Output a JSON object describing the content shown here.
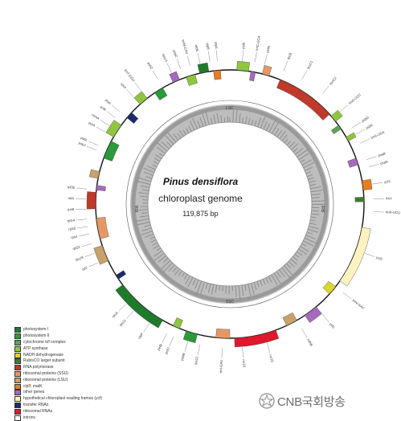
{
  "genome": {
    "species": "Pinus densiflora",
    "description": "chloroplast genome",
    "length": "119,875 bp",
    "regions": {
      "lsc": "LSC",
      "ssc": "SSC",
      "ir_a": "IRA",
      "ir_b": "IRB"
    }
  },
  "legend": [
    {
      "label": "photosystem I",
      "color": "#1f7a2b"
    },
    {
      "label": "photosystem II",
      "color": "#2a9a3a"
    },
    {
      "label": "cytochrome b/f complex",
      "color": "#5fa35a"
    },
    {
      "label": "ATP synthase",
      "color": "#8ec640"
    },
    {
      "label": "NADH dehydrogenase",
      "color": "#d8d62a"
    },
    {
      "label": "RubisCO larget subunit",
      "color": "#3d7d2a"
    },
    {
      "label": "RNA polymerase",
      "color": "#c0392b"
    },
    {
      "label": "ribosomal proteins (SSU)",
      "color": "#e59866"
    },
    {
      "label": "ribosomal proteins (LSU)",
      "color": "#c8a26b"
    },
    {
      "label": "clpP, matK",
      "color": "#e67e22"
    },
    {
      "label": "other genes",
      "color": "#a569bd"
    },
    {
      "label": "hypothetical chloroplast reading frames (ycf)",
      "color": "#fdf2c0"
    },
    {
      "label": "transfer RNAs",
      "color": "#1b2a6b"
    },
    {
      "label": "ribosomal RNAs",
      "color": "#e0182d"
    },
    {
      "label": "introns",
      "color": "#ffffff"
    }
  ],
  "gene_segments": [
    {
      "start": 3,
      "end": 8,
      "color": "#8ec640"
    },
    {
      "start": 9,
      "end": 11,
      "color": "#a569bd"
    },
    {
      "start": 14,
      "end": 17,
      "color": "#e59866"
    },
    {
      "start": 22,
      "end": 48,
      "color": "#c0392b"
    },
    {
      "start": 49,
      "end": 52,
      "color": "#8ec640"
    },
    {
      "start": 54,
      "end": 56,
      "color": "#5fa35a"
    },
    {
      "start": 60,
      "end": 62,
      "color": "#8ec640"
    },
    {
      "start": 70,
      "end": 73,
      "color": "#a569bd"
    },
    {
      "start": 80,
      "end": 84,
      "color": "#e67e22"
    },
    {
      "start": 87,
      "end": 89,
      "color": "#3d7d2a"
    },
    {
      "start": 100,
      "end": 125,
      "color": "#fdf2c0"
    },
    {
      "start": 128,
      "end": 132,
      "color": "#d8d62a"
    },
    {
      "start": 140,
      "end": 146,
      "color": "#a569bd"
    },
    {
      "start": 150,
      "end": 155,
      "color": "#c8a26b"
    },
    {
      "start": 160,
      "end": 178,
      "color": "#e0182d"
    },
    {
      "start": 180,
      "end": 186,
      "color": "#e59866"
    },
    {
      "start": 194,
      "end": 199,
      "color": "#2a9a3a"
    },
    {
      "start": 202,
      "end": 205,
      "color": "#8ec640"
    },
    {
      "start": 210,
      "end": 233,
      "color": "#1f7a2b"
    },
    {
      "start": 236,
      "end": 238,
      "color": "#1b2a6b"
    },
    {
      "start": 245,
      "end": 252,
      "color": "#c8a26b"
    },
    {
      "start": 255,
      "end": 264,
      "color": "#e59866"
    },
    {
      "start": 268,
      "end": 275,
      "color": "#c0392b"
    },
    {
      "start": 276,
      "end": 278,
      "color": "#a569bd"
    },
    {
      "start": 281,
      "end": 284,
      "color": "#c8a26b"
    },
    {
      "start": 290,
      "end": 298,
      "color": "#2a9a3a"
    },
    {
      "start": 300,
      "end": 306,
      "color": "#8ec640"
    },
    {
      "start": 310,
      "end": 313,
      "color": "#1b2a6b"
    },
    {
      "start": 318,
      "end": 322,
      "color": "#8ec640"
    },
    {
      "start": 326,
      "end": 330,
      "color": "#2a9a3a"
    },
    {
      "start": 335,
      "end": 338,
      "color": "#a569bd"
    },
    {
      "start": 341,
      "end": 345,
      "color": "#8ec640"
    },
    {
      "start": 347,
      "end": 351,
      "color": "#1f7a2b"
    },
    {
      "start": 353,
      "end": 356,
      "color": "#e67e22"
    }
  ],
  "gene_labels": [
    {
      "name": "rpoC2",
      "angle": 40
    },
    {
      "name": "rpoC1",
      "angle": 30
    },
    {
      "name": "rpoB",
      "angle": 22
    },
    {
      "name": "petN",
      "angle": 14
    },
    {
      "name": "trnC-GCA",
      "angle": 10
    },
    {
      "name": "psbI",
      "angle": 5
    },
    {
      "name": "trnG-UCC",
      "angle": 50
    },
    {
      "name": "psbD",
      "angle": 58
    },
    {
      "name": "psbC",
      "angle": 61
    },
    {
      "name": "trnS-UGA",
      "angle": 65
    },
    {
      "name": "psaB",
      "angle": 72
    },
    {
      "name": "psaA",
      "angle": 75
    },
    {
      "name": "ycf3",
      "angle": 82
    },
    {
      "name": "rbcL",
      "angle": 88
    },
    {
      "name": "trnR-UCU",
      "angle": 93
    },
    {
      "name": "ycf2",
      "angle": 110
    },
    {
      "name": "trnV-GAC",
      "angle": 128
    },
    {
      "name": "ycf1",
      "angle": 140
    },
    {
      "name": "ndhB",
      "angle": 150
    },
    {
      "name": "rrn16",
      "angle": 165
    },
    {
      "name": "rrn23",
      "angle": 175
    },
    {
      "name": "trnI-GAU",
      "angle": 183
    },
    {
      "name": "rps12",
      "angle": 192
    },
    {
      "name": "psbB",
      "angle": 197
    },
    {
      "name": "petD",
      "angle": 203
    },
    {
      "name": "petB",
      "angle": 206
    },
    {
      "name": "clpP",
      "angle": 214
    },
    {
      "name": "rps11",
      "angle": 222
    },
    {
      "name": "rpoA",
      "angle": 226
    },
    {
      "name": "rpl2",
      "angle": 246
    },
    {
      "name": "rps19",
      "angle": 250
    },
    {
      "name": "rpl22",
      "angle": 254
    },
    {
      "name": "rps3",
      "angle": 258
    },
    {
      "name": "rpl16",
      "angle": 261
    },
    {
      "name": "rpl14",
      "angle": 264
    },
    {
      "name": "rps8",
      "angle": 268
    },
    {
      "name": "infA",
      "angle": 272
    },
    {
      "name": "rpl36",
      "angle": 276
    },
    {
      "name": "psbJ",
      "angle": 292
    },
    {
      "name": "psbL",
      "angle": 294
    },
    {
      "name": "petA",
      "angle": 300
    },
    {
      "name": "cemA",
      "angle": 303
    },
    {
      "name": "ycf4",
      "angle": 307
    },
    {
      "name": "psaI",
      "angle": 310
    },
    {
      "name": "rps4",
      "angle": 318
    },
    {
      "name": "trnT-GGU",
      "angle": 322
    },
    {
      "name": "psbZ",
      "angle": 330
    },
    {
      "name": "rps14",
      "angle": 336
    },
    {
      "name": "psaC",
      "angle": 340
    },
    {
      "name": "trnM-CAU",
      "angle": 344
    },
    {
      "name": "atpE",
      "angle": 348
    },
    {
      "name": "atpB",
      "angle": 352
    },
    {
      "name": "atpA",
      "angle": 355
    }
  ],
  "watermark": {
    "text": "CNB국회방송"
  }
}
